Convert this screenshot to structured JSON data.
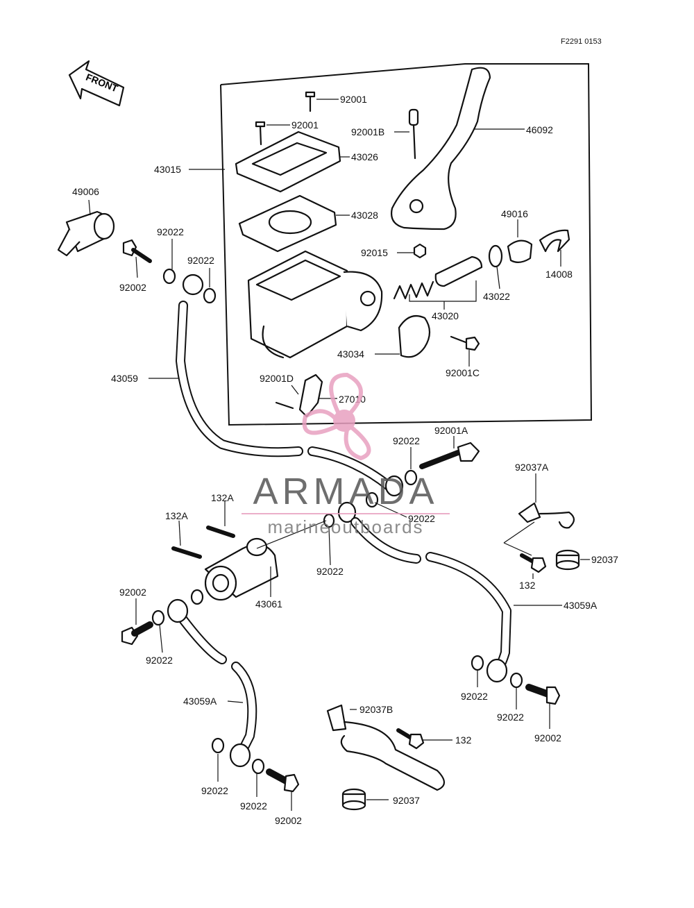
{
  "diagram": {
    "figure_code": "F2291 0153",
    "front_arrow_label": "FRONT",
    "labels": {
      "l92001_top": "92001",
      "l92001_mid": "92001",
      "l92001B": "92001B",
      "l46092": "46092",
      "l43015": "43015",
      "l43026": "43026",
      "l43028": "43028",
      "l49006": "49006",
      "l92022_a": "92022",
      "l92022_b": "92022",
      "l92002_a": "92002",
      "l92015": "92015",
      "l49016": "49016",
      "l14008": "14008",
      "l43022": "43022",
      "l43020": "43020",
      "l43034": "43034",
      "l92001C": "92001C",
      "l43059": "43059",
      "l92001D": "92001D",
      "l27010": "27010",
      "l92022_c": "92022",
      "l92001A": "92001A",
      "l92037A": "92037A",
      "l132A_a": "132A",
      "l132A_b": "132A",
      "l92022_d": "92022",
      "l92022_e": "92022",
      "l43061": "43061",
      "l132_a": "132",
      "l92037_a": "92037",
      "l43059A_a": "43059A",
      "l92002_b": "92002",
      "l92022_f": "92022",
      "l43059A_b": "43059A",
      "l92022_g": "92022",
      "l92022_h": "92022",
      "l92002_c": "92002",
      "l92037B": "92037B",
      "l132_b": "132",
      "l92022_i": "92022",
      "l92022_j": "92022",
      "l92002_d": "92002",
      "l92037_b": "92037"
    }
  },
  "watermark": {
    "brand": "ARMADA",
    "tagline": "marineoutboards",
    "brand_color": "#555555",
    "accent_color": "#e8a0c0"
  }
}
